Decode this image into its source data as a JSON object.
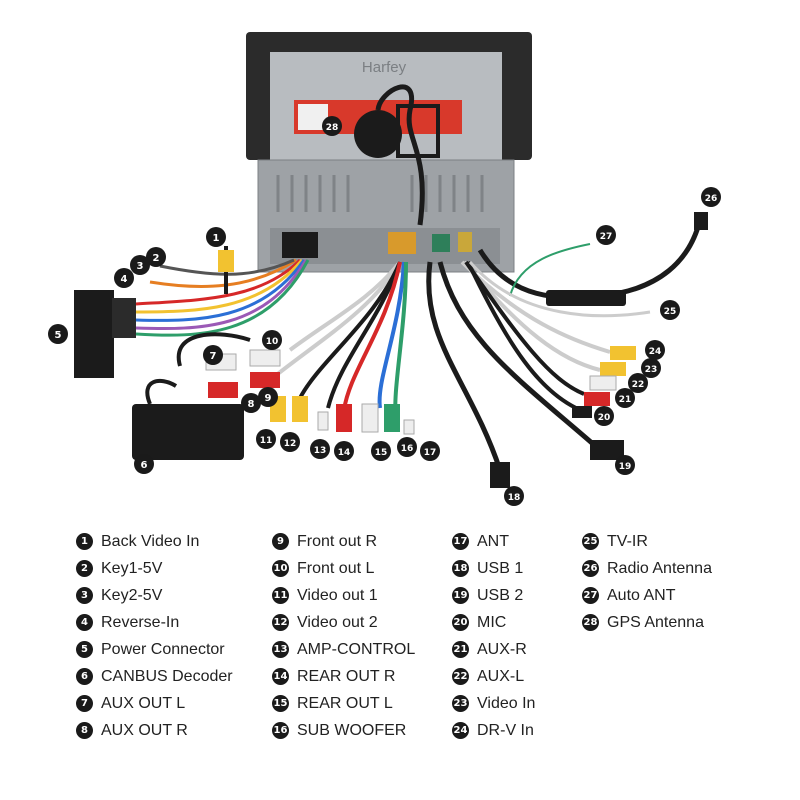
{
  "brand_text": "Harfey",
  "colors": {
    "accent_red": "#d62828",
    "connector_yellow": "#f2c230",
    "connector_white": "#eeeeee",
    "connector_green": "#2e9e6a",
    "wire_black": "#1b1b1b",
    "chassis_gray": "#9ea2a6",
    "badge": "#1a1a1a"
  },
  "legend": [
    {
      "num": "1",
      "label": "Back Video In"
    },
    {
      "num": "2",
      "label": "Key1-5V"
    },
    {
      "num": "3",
      "label": "Key2-5V"
    },
    {
      "num": "4",
      "label": "Reverse-In"
    },
    {
      "num": "5",
      "label": "Power Connector"
    },
    {
      "num": "6",
      "label": "CANBUS Decoder"
    },
    {
      "num": "7",
      "label": "AUX OUT L"
    },
    {
      "num": "8",
      "label": "AUX OUT R"
    },
    {
      "num": "9",
      "label": "Front out R"
    },
    {
      "num": "10",
      "label": "Front out L"
    },
    {
      "num": "11",
      "label": "Video out 1"
    },
    {
      "num": "12",
      "label": "Video out 2"
    },
    {
      "num": "13",
      "label": "AMP-CONTROL"
    },
    {
      "num": "14",
      "label": "REAR OUT R"
    },
    {
      "num": "15",
      "label": "REAR OUT L"
    },
    {
      "num": "16",
      "label": "SUB WOOFER"
    },
    {
      "num": "17",
      "label": "ANT"
    },
    {
      "num": "18",
      "label": "USB 1"
    },
    {
      "num": "19",
      "label": "USB 2"
    },
    {
      "num": "20",
      "label": "MIC"
    },
    {
      "num": "21",
      "label": "AUX-R"
    },
    {
      "num": "22",
      "label": "AUX-L"
    },
    {
      "num": "23",
      "label": "Video In"
    },
    {
      "num": "24",
      "label": "DR-V In"
    },
    {
      "num": "25",
      "label": "TV-IR"
    },
    {
      "num": "26",
      "label": "Radio Antenna"
    },
    {
      "num": "27",
      "label": "Auto ANT"
    },
    {
      "num": "28",
      "label": "GPS Antenna"
    }
  ]
}
